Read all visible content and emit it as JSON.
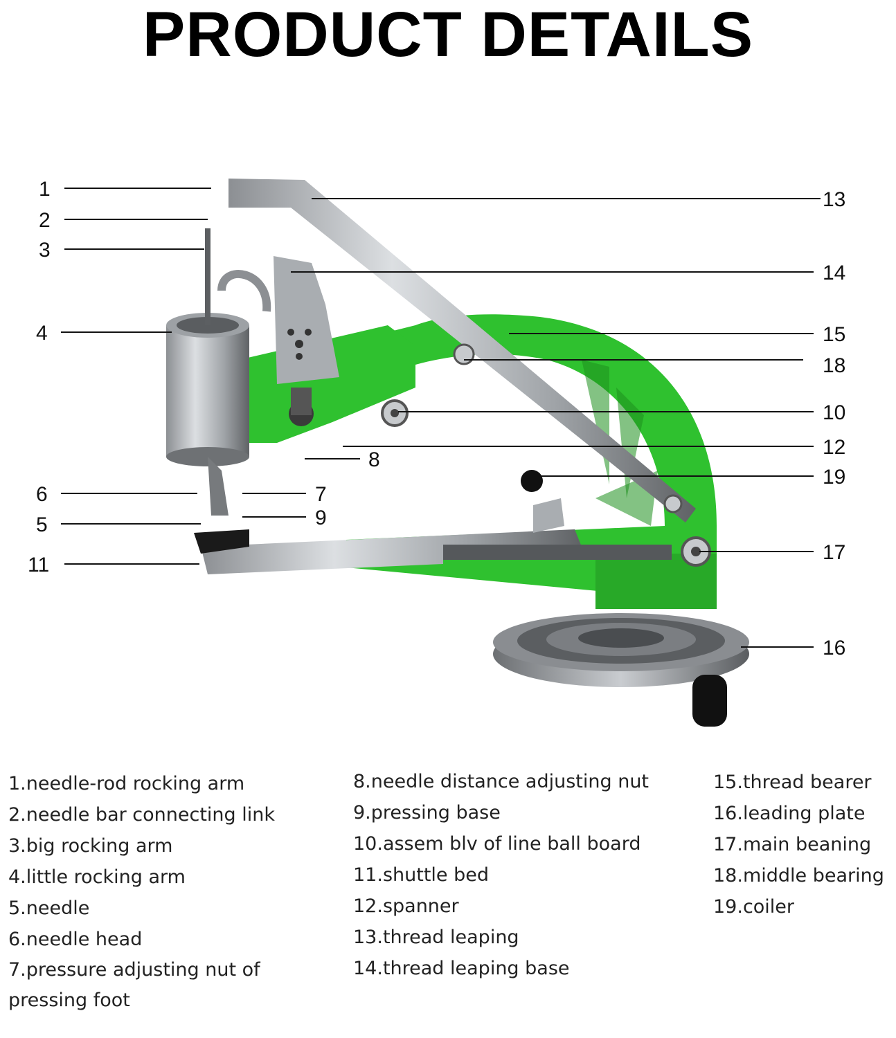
{
  "title": "PRODUCT DETAILS",
  "callouts": [
    {
      "num": "1"
    },
    {
      "num": "2"
    },
    {
      "num": "3"
    },
    {
      "num": "4"
    },
    {
      "num": "6"
    },
    {
      "num": "5"
    },
    {
      "num": "11"
    },
    {
      "num": "7"
    },
    {
      "num": "9"
    },
    {
      "num": "8"
    },
    {
      "num": "13"
    },
    {
      "num": "14"
    },
    {
      "num": "15"
    },
    {
      "num": "18"
    },
    {
      "num": "10"
    },
    {
      "num": "12"
    },
    {
      "num": "19"
    },
    {
      "num": "17"
    },
    {
      "num": "16"
    }
  ],
  "legend": {
    "col1": [
      "1.needle-rod rocking arm",
      "2.needle bar connecting link",
      "3.big rocking arm",
      "4.little rocking arm",
      "5.needle",
      "6.needle head",
      "7.pressure adjusting nut of pressing foot"
    ],
    "col2": [
      "8.needle distance adjusting nut",
      "9.pressing base",
      "10.assem blv of line ball board",
      "11.shuttle bed",
      "12.spanner",
      "13.thread leaping",
      "14.thread leaping base"
    ],
    "col3": [
      "15.thread bearer",
      "16.leading plate",
      "17.main beaning",
      "18.middle bearing",
      "19.coiler"
    ]
  },
  "colors": {
    "body_green": "#2fc12f",
    "dark_green": "#1d8f1d",
    "steel": "#b9bcbf",
    "dark_steel": "#6e7174",
    "text": "#111111"
  }
}
